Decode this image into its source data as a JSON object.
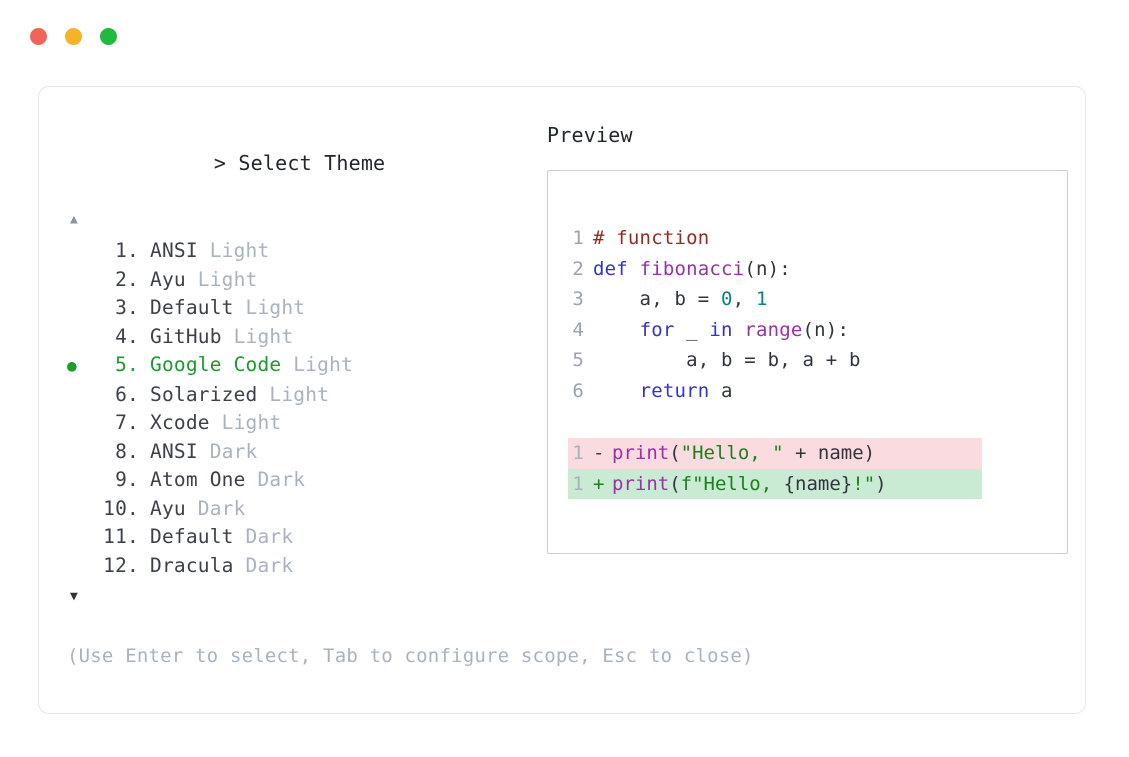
{
  "window": {
    "controls": [
      {
        "name": "close",
        "color": "#f4635a"
      },
      {
        "name": "minimize",
        "color": "#f5b32a"
      },
      {
        "name": "zoom",
        "color": "#22b93c"
      }
    ]
  },
  "picker": {
    "caret": ">",
    "prompt": "Select Theme",
    "scroll_up_glyph": "▲",
    "scroll_down_glyph": "▼",
    "selected_index": 5,
    "bullet_glyph": "●",
    "bullet_color": "#1a9e2e",
    "selected_color": "#179c2a",
    "variant_color": "#a8b2c1",
    "items": [
      {
        "number": "1.",
        "name": "ANSI",
        "variant": "Light",
        "selected": false
      },
      {
        "number": "2.",
        "name": "Ayu",
        "variant": "Light",
        "selected": false
      },
      {
        "number": "3.",
        "name": "Default",
        "variant": "Light",
        "selected": false
      },
      {
        "number": "4.",
        "name": "GitHub",
        "variant": "Light",
        "selected": false
      },
      {
        "number": "5.",
        "name": "Google Code",
        "variant": "Light",
        "selected": true
      },
      {
        "number": "6.",
        "name": "Solarized",
        "variant": "Light",
        "selected": false
      },
      {
        "number": "7.",
        "name": "Xcode",
        "variant": "Light",
        "selected": false
      },
      {
        "number": "8.",
        "name": "ANSI",
        "variant": "Dark",
        "selected": false
      },
      {
        "number": "9.",
        "name": "Atom One",
        "variant": "Dark",
        "selected": false
      },
      {
        "number": "10.",
        "name": "Ayu",
        "variant": "Dark",
        "selected": false
      },
      {
        "number": "11.",
        "name": "Default",
        "variant": "Dark",
        "selected": false
      },
      {
        "number": "12.",
        "name": "Dracula",
        "variant": "Dark",
        "selected": false
      }
    ]
  },
  "preview": {
    "label": "Preview",
    "border_color": "#c7d0da",
    "code_lines": [
      {
        "gutter": "1",
        "tokens": [
          {
            "t": "# function",
            "c": "comment"
          }
        ]
      },
      {
        "gutter": "2",
        "tokens": [
          {
            "t": "def ",
            "c": "keyword"
          },
          {
            "t": "fibonacci",
            "c": "func"
          },
          {
            "t": "(n):",
            "c": "plain"
          }
        ]
      },
      {
        "gutter": "3",
        "tokens": [
          {
            "t": "    a, b = ",
            "c": "plain"
          },
          {
            "t": "0",
            "c": "number"
          },
          {
            "t": ", ",
            "c": "plain"
          },
          {
            "t": "1",
            "c": "number"
          }
        ]
      },
      {
        "gutter": "4",
        "tokens": [
          {
            "t": "    ",
            "c": "plain"
          },
          {
            "t": "for",
            "c": "keyword"
          },
          {
            "t": " _ ",
            "c": "plain"
          },
          {
            "t": "in",
            "c": "keyword"
          },
          {
            "t": " ",
            "c": "plain"
          },
          {
            "t": "range",
            "c": "func"
          },
          {
            "t": "(n):",
            "c": "plain"
          }
        ]
      },
      {
        "gutter": "5",
        "tokens": [
          {
            "t": "        a, b = b, a + b",
            "c": "plain"
          }
        ]
      },
      {
        "gutter": "6",
        "tokens": [
          {
            "t": "    ",
            "c": "plain"
          },
          {
            "t": "return",
            "c": "keyword"
          },
          {
            "t": " a",
            "c": "plain"
          }
        ]
      }
    ],
    "diff": [
      {
        "kind": "delete",
        "gutter": "1",
        "sign": "-",
        "bg": "#fadce0",
        "tokens": [
          {
            "t": "print",
            "c": "func"
          },
          {
            "t": "(",
            "c": "plain"
          },
          {
            "t": "\"Hello, \"",
            "c": "string"
          },
          {
            "t": " + name)",
            "c": "plain"
          }
        ]
      },
      {
        "kind": "add",
        "gutter": "1",
        "sign": "+",
        "bg": "#c9ebd4",
        "tokens": [
          {
            "t": "print",
            "c": "func"
          },
          {
            "t": "(",
            "c": "plain"
          },
          {
            "t": "f\"Hello, ",
            "c": "string"
          },
          {
            "t": "{name}",
            "c": "plain"
          },
          {
            "t": "!\"",
            "c": "string"
          },
          {
            "t": ")",
            "c": "plain"
          }
        ]
      }
    ]
  },
  "footer": {
    "hint": "(Use Enter to select, Tab to configure scope, Esc to close)"
  }
}
